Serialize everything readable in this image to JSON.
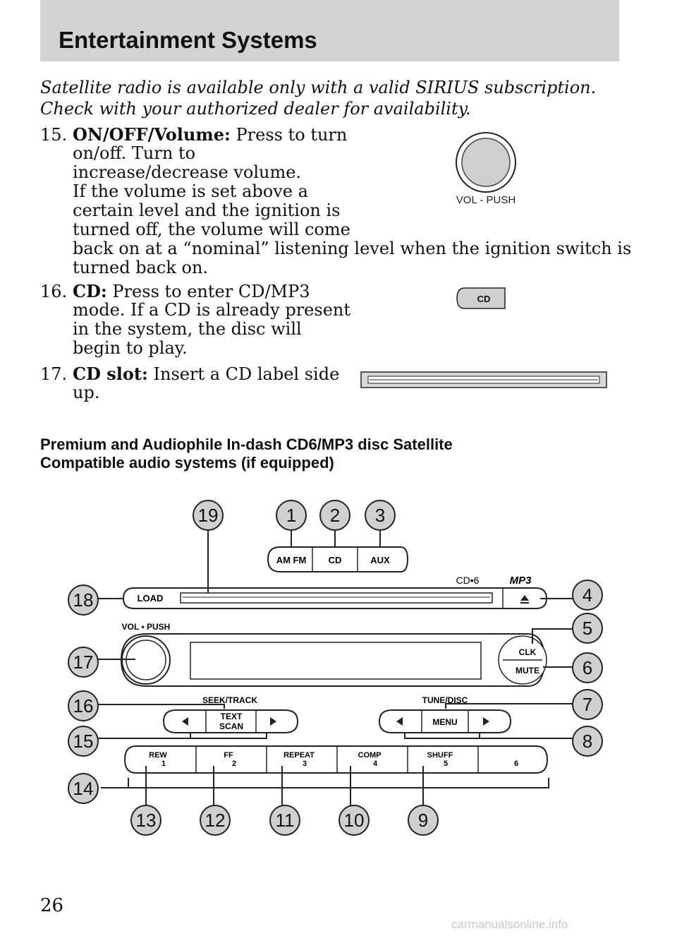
{
  "header": {
    "title": "Entertainment Systems"
  },
  "intro": {
    "line1": "Satellite radio is available only with a valid SIRIUS subscription.",
    "line2": "Check with your authorized dealer for availability."
  },
  "items": [
    {
      "number": "15.",
      "term": "ON/OFF/Volume:",
      "lines": [
        "Press to turn",
        "on/off. Turn to",
        "increase/decrease volume.",
        "If the volume is set above a",
        "certain level and the ignition is",
        "turned off, the volume will come",
        "back on at a “nominal” listening level when the ignition switch is",
        "turned back on."
      ],
      "image_label": "VOL - PUSH"
    },
    {
      "number": "16.",
      "term": "CD:",
      "lines": [
        "Press to enter CD/MP3",
        "mode. If a CD is already present",
        "in the system, the disc will",
        "begin to play."
      ],
      "image_label": "CD"
    },
    {
      "number": "17.",
      "term": "CD slot:",
      "lines": [
        "Insert a CD label side",
        "up."
      ]
    }
  ],
  "section": {
    "line1": "Premium and Audiophile In-dash CD6/MP3 disc Satellite",
    "line2": "Compatible audio systems (if equipped)"
  },
  "diagram": {
    "callouts": [
      "1",
      "2",
      "3",
      "4",
      "5",
      "6",
      "7",
      "8",
      "9",
      "10",
      "11",
      "12",
      "13",
      "14",
      "15",
      "16",
      "17",
      "18",
      "19"
    ],
    "labels": {
      "amfm": "AM FM",
      "cd": "CD",
      "aux": "AUX",
      "load": "LOAD",
      "cd6": "CD•6",
      "mp3": "MP3",
      "vol_push": "VOL • PUSH",
      "clk": "CLK",
      "mute": "MUTE",
      "seek_track": "SEEK/TRACK",
      "text": "TEXT",
      "scan": "SCAN",
      "tune_disc": "TUNE/DISC",
      "menu": "MENU",
      "presets": [
        {
          "top": "REW",
          "num": "1"
        },
        {
          "top": "FF",
          "num": "2"
        },
        {
          "top": "REPEAT",
          "num": "3"
        },
        {
          "top": "COMP",
          "num": "4"
        },
        {
          "top": "SHUFF",
          "num": "5"
        },
        {
          "top": "",
          "num": "6"
        }
      ]
    }
  },
  "page_number": "26",
  "footer": "carmanualsonline.info"
}
